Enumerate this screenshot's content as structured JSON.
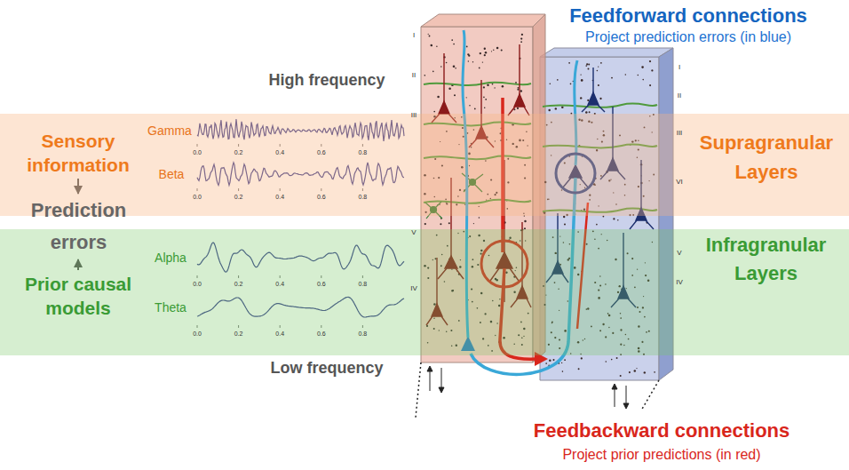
{
  "diagram": {
    "nodes": [
      {
        "text": [
          "Supragranular Layers"
        ]
      },
      {
        "text": [
          "Sensory information"
        ],
        "in": 0
      },
      {
        "text": [
          "Prediction errors"
        ]
      },
      {
        "text": [
          "Infragranular Layers"
        ]
      },
      {
        "text": [
          "Prior causal models"
        ],
        "in": 3
      }
    ],
    "edges": [
      {
        "from": 1,
        "to": 2,
        "arrow": "to"
      },
      {
        "from": 4,
        "to": 2,
        "arrow": "to"
      }
    ],
    "labels": [
      "Feedforward connections",
      "Project prediction errors (in blue)",
      "High frequency",
      "Gamma",
      "0.0",
      "0.2",
      "0.4",
      "0.6",
      "0.8",
      "Beta",
      "0.0",
      "0.2",
      "0.4",
      "0.6",
      "0.8",
      "Alpha",
      "0.0",
      "0.2",
      "0.4",
      "0.6",
      "0.8",
      "Theta",
      "0.0",
      "0.2",
      "0.4",
      "0.6",
      "0.8",
      "Low frequency",
      "Feedbackward connections",
      "Project prior predictions (in red)",
      "I",
      "II",
      "III",
      "V",
      "IV",
      "I",
      "II",
      "III",
      "VI",
      "V",
      "IV"
    ]
  }
}
